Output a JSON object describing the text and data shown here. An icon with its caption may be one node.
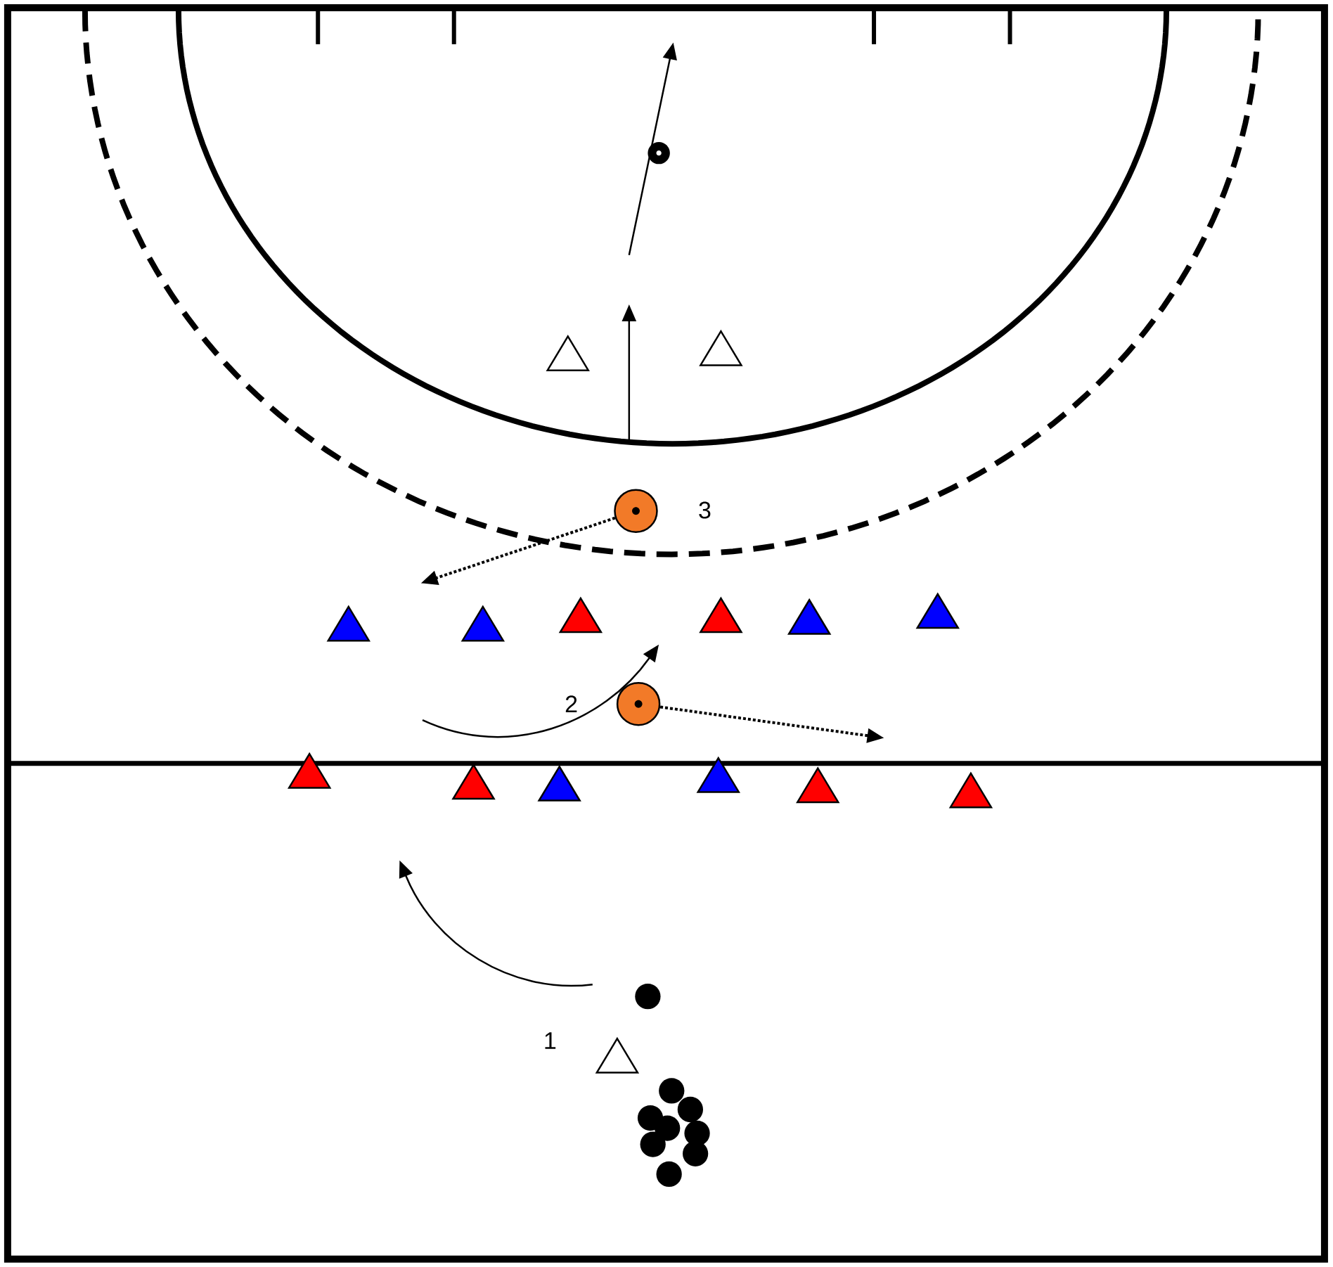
{
  "diagram": {
    "nodes": [
      {
        "text": [],
        "shape": "circle"
      },
      {
        "text": [],
        "shape": "circle"
      },
      {
        "text": [],
        "shape": "triangle"
      },
      {
        "text": [],
        "shape": "triangle"
      },
      {
        "text": [],
        "shape": "triangle"
      },
      {
        "text": [],
        "shape": "triangle"
      },
      {
        "text": [],
        "shape": "triangle"
      },
      {
        "text": [],
        "shape": "triangle"
      },
      {
        "text": [],
        "shape": "triangle"
      },
      {
        "text": [],
        "shape": "triangle"
      },
      {
        "text": [],
        "shape": "triangle"
      },
      {
        "text": [],
        "shape": "triangle"
      },
      {
        "text": [],
        "shape": "triangle"
      },
      {
        "text": [],
        "shape": "triangle"
      },
      {
        "text": [],
        "shape": "triangle"
      },
      {
        "text": [],
        "shape": "triangle"
      },
      {
        "text": [],
        "shape": "triangle"
      }
    ],
    "edges": [
      {
        "from": 0,
        "to": null,
        "arrow": "to",
        "style": "dashed"
      },
      {
        "from": 1,
        "to": null,
        "arrow": "to",
        "style": "dashed"
      }
    ],
    "labels": [
      "3",
      "2",
      "1"
    ]
  }
}
